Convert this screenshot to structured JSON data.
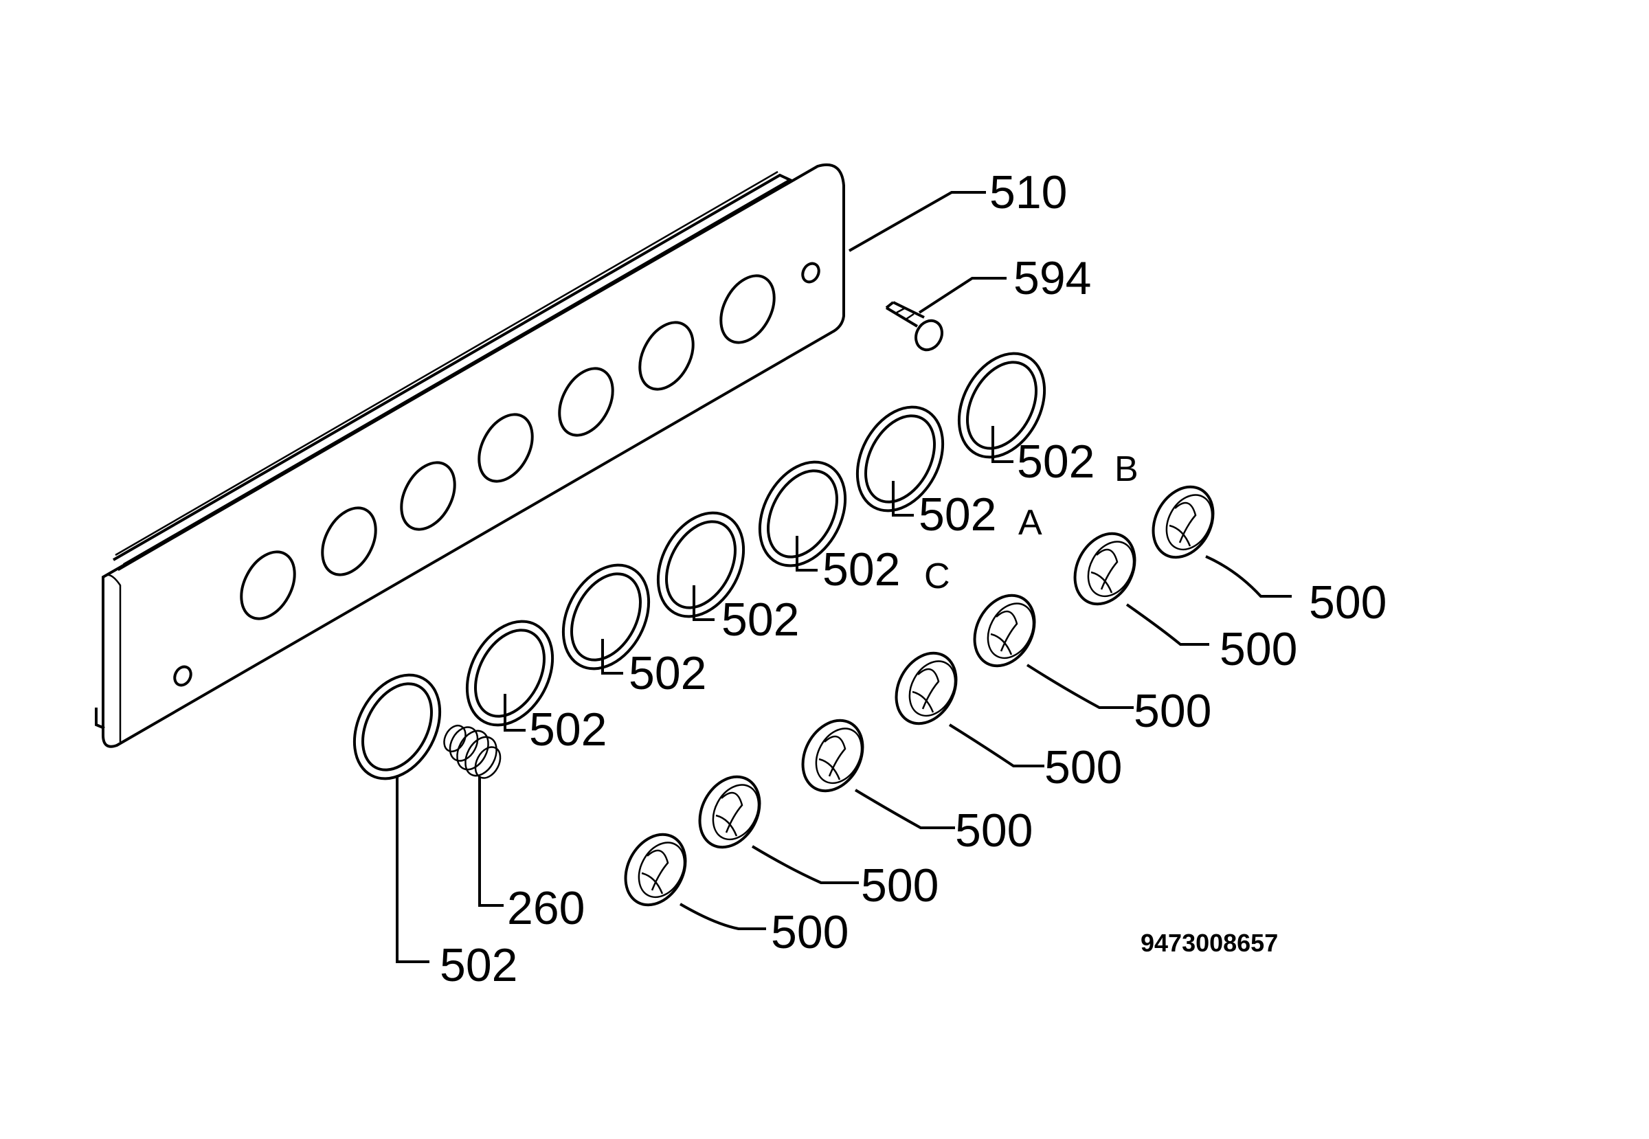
{
  "diagram": {
    "part_labels": {
      "panel": "510",
      "lamp": "594",
      "bezel_b": "502",
      "bezel_b_suffix": "B",
      "bezel_a": "502",
      "bezel_a_suffix": "A",
      "bezel_c": "502",
      "bezel_c_suffix": "C",
      "bezel_4": "502",
      "bezel_3": "502",
      "bezel_2": "502",
      "bezel_1": "502",
      "spring": "260",
      "knob_1": "500",
      "knob_2": "500",
      "knob_3": "500",
      "knob_4": "500",
      "knob_5": "500",
      "knob_6": "500",
      "knob_7": "500"
    },
    "drawing_code": "9473008657"
  }
}
